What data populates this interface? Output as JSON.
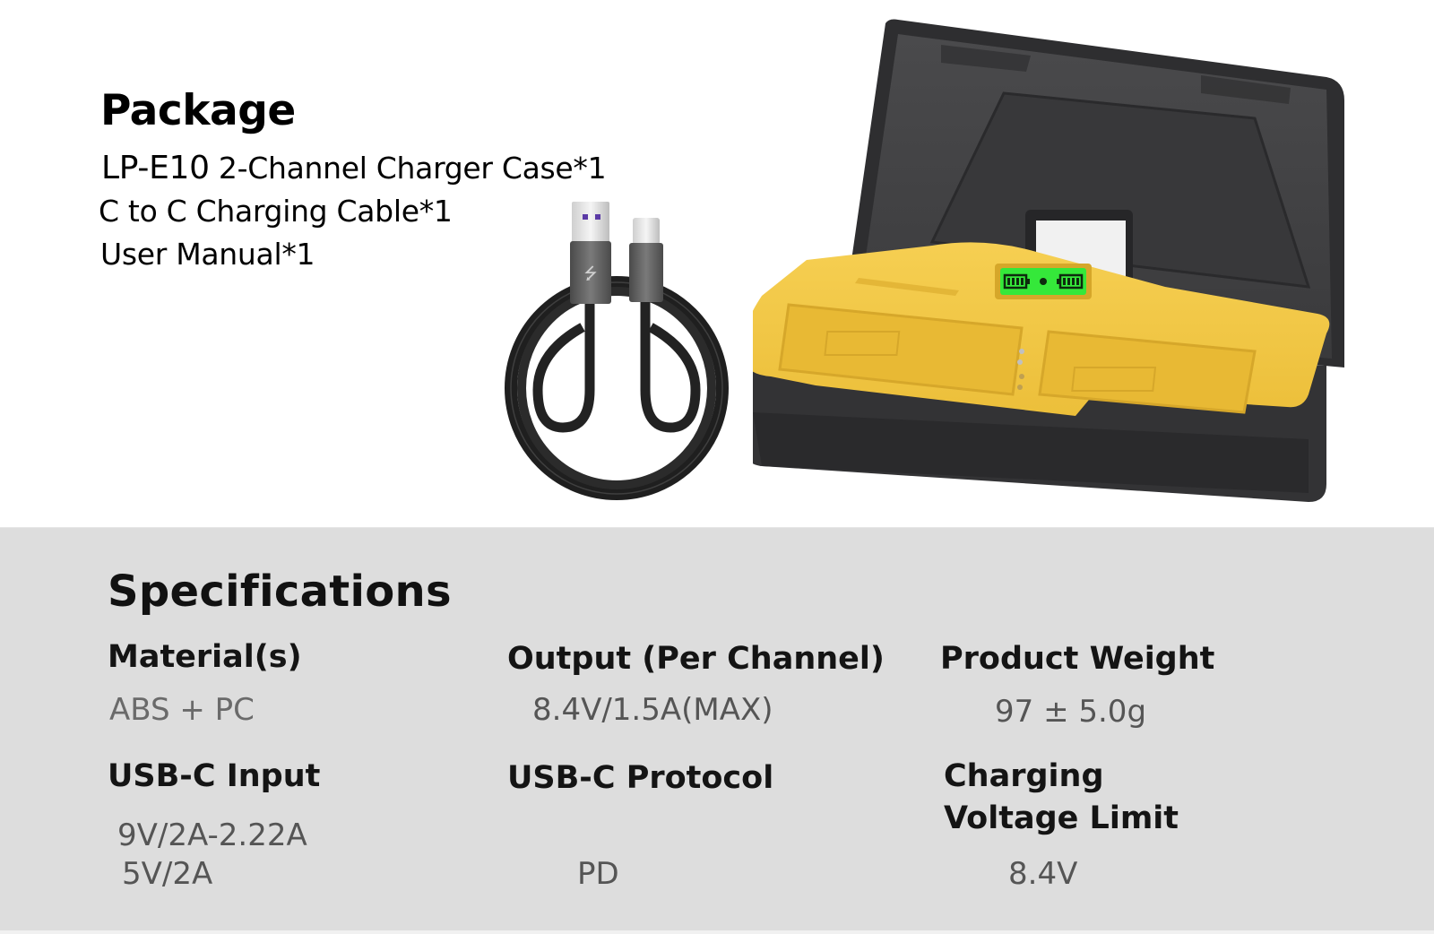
{
  "package": {
    "title": "Package",
    "items": [
      {
        "model": "LP-E10",
        "label": " 2-Channel Charger Case*1"
      },
      {
        "label": "C to C Charging Cable*1"
      },
      {
        "label": "User Manual*1"
      }
    ]
  },
  "images": {
    "cable": "usb-c-charging-cable",
    "case": "lp-e10-dual-charger-case",
    "case_display": "dual-battery-level-lcd"
  },
  "specifications": {
    "title": "Specifications",
    "items": [
      {
        "label": "Material(s)",
        "values": [
          "ABS + PC"
        ]
      },
      {
        "label": "Output (Per Channel)",
        "values": [
          "8.4V/1.5A(MAX)"
        ]
      },
      {
        "label": "Product Weight",
        "values": [
          "97 ± 5.0g"
        ]
      },
      {
        "label": "USB-C Input",
        "values": [
          "9V/2A-2.22A",
          "5V/2A"
        ]
      },
      {
        "label": "USB-C Protocol",
        "values": [
          "PD"
        ]
      },
      {
        "label": "Charging Voltage Limit",
        "values": [
          "8.4V"
        ]
      }
    ]
  },
  "colors": {
    "case_body": "#3a3a3c",
    "tray_yellow": "#f2c744",
    "lcd_green": "#35e83a",
    "spec_background": "#dddddd"
  }
}
